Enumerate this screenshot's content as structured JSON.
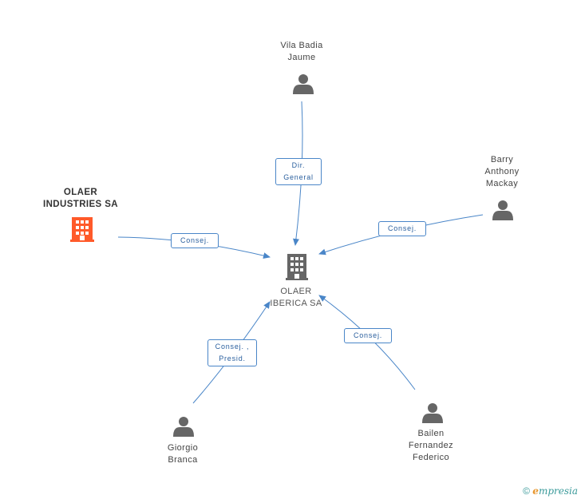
{
  "colors": {
    "edge": "#4a86c8",
    "person": "#666666",
    "company_main": "#ff5a2a",
    "company": "#666666"
  },
  "nodes": {
    "center": {
      "label_1": "OLAER",
      "label_2": "IBERICA SA",
      "icon": "building-icon"
    },
    "olaer_industries": {
      "label_1": "OLAER",
      "label_2": "INDUSTRIES SA",
      "icon": "building-icon"
    },
    "vila": {
      "label_1": "Vila Badia",
      "label_2": "Jaume",
      "icon": "person-icon"
    },
    "barry": {
      "label_1": "Barry",
      "label_2": "Anthony",
      "label_3": "Mackay",
      "icon": "person-icon"
    },
    "giorgio": {
      "label_1": "Giorgio",
      "label_2": "Branca",
      "icon": "person-icon"
    },
    "bailen": {
      "label_1": "Bailen",
      "label_2": "Fernandez",
      "label_3": "Federico",
      "icon": "person-icon"
    }
  },
  "edges": {
    "vila": {
      "label_1": "Dir.",
      "label_2": "General"
    },
    "olaer_industries": {
      "label_1": "Consej."
    },
    "barry": {
      "label_1": "Consej."
    },
    "giorgio": {
      "label_1": "Consej. ,",
      "label_2": "Presid."
    },
    "bailen": {
      "label_1": "Consej."
    }
  },
  "footer": {
    "copyright": "©",
    "brand_e": "e",
    "brand_rest": "mpresia"
  }
}
